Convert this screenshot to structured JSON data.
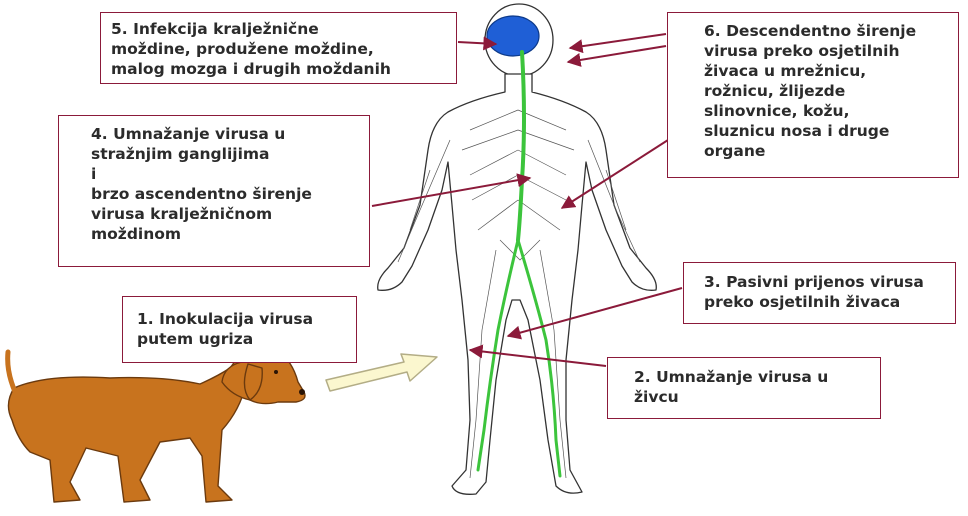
{
  "colors": {
    "box_border": "#8b1a3a",
    "arrow": "#8b1a3a",
    "spinal_cord": "#3cc43c",
    "brain": "#1f5fd6",
    "body_outline": "#333333",
    "dog": "#c8731e",
    "dog_outline": "#6b3a0e",
    "bite_arrow_fill": "#fbf7cf",
    "bite_arrow_stroke": "#b3ad86"
  },
  "icons": {
    "body": "human-nervous-system-figure",
    "dog": "dog-icon",
    "bite": "bite-arrow-icon"
  },
  "labels": {
    "step1": "1. Inokulacija virusa\nputem ugriza",
    "step2": "2. Umnažanje virusa u\nživcu",
    "step3": "3. Pasivni prijenos virusa\npreko osjetilnih živaca",
    "step4": "4. Umnažanje virusa u\nstražnjim ganglijima\ni\nbrzo ascendentno širenje\nvirusa kralježničnom\nmoždinom",
    "step5": "5. Infekcija kralježnične\nmoždine, produžene moždine,\nmalog mozga i drugih moždanih",
    "step6": "6. Descendentno širenje\nvirusa preko osjetilnih\nživaca u mrežnicu,\nrožnicu, žlijezde\nslinovnice, kožu,\nsluznicu nosa i druge\norgane"
  }
}
